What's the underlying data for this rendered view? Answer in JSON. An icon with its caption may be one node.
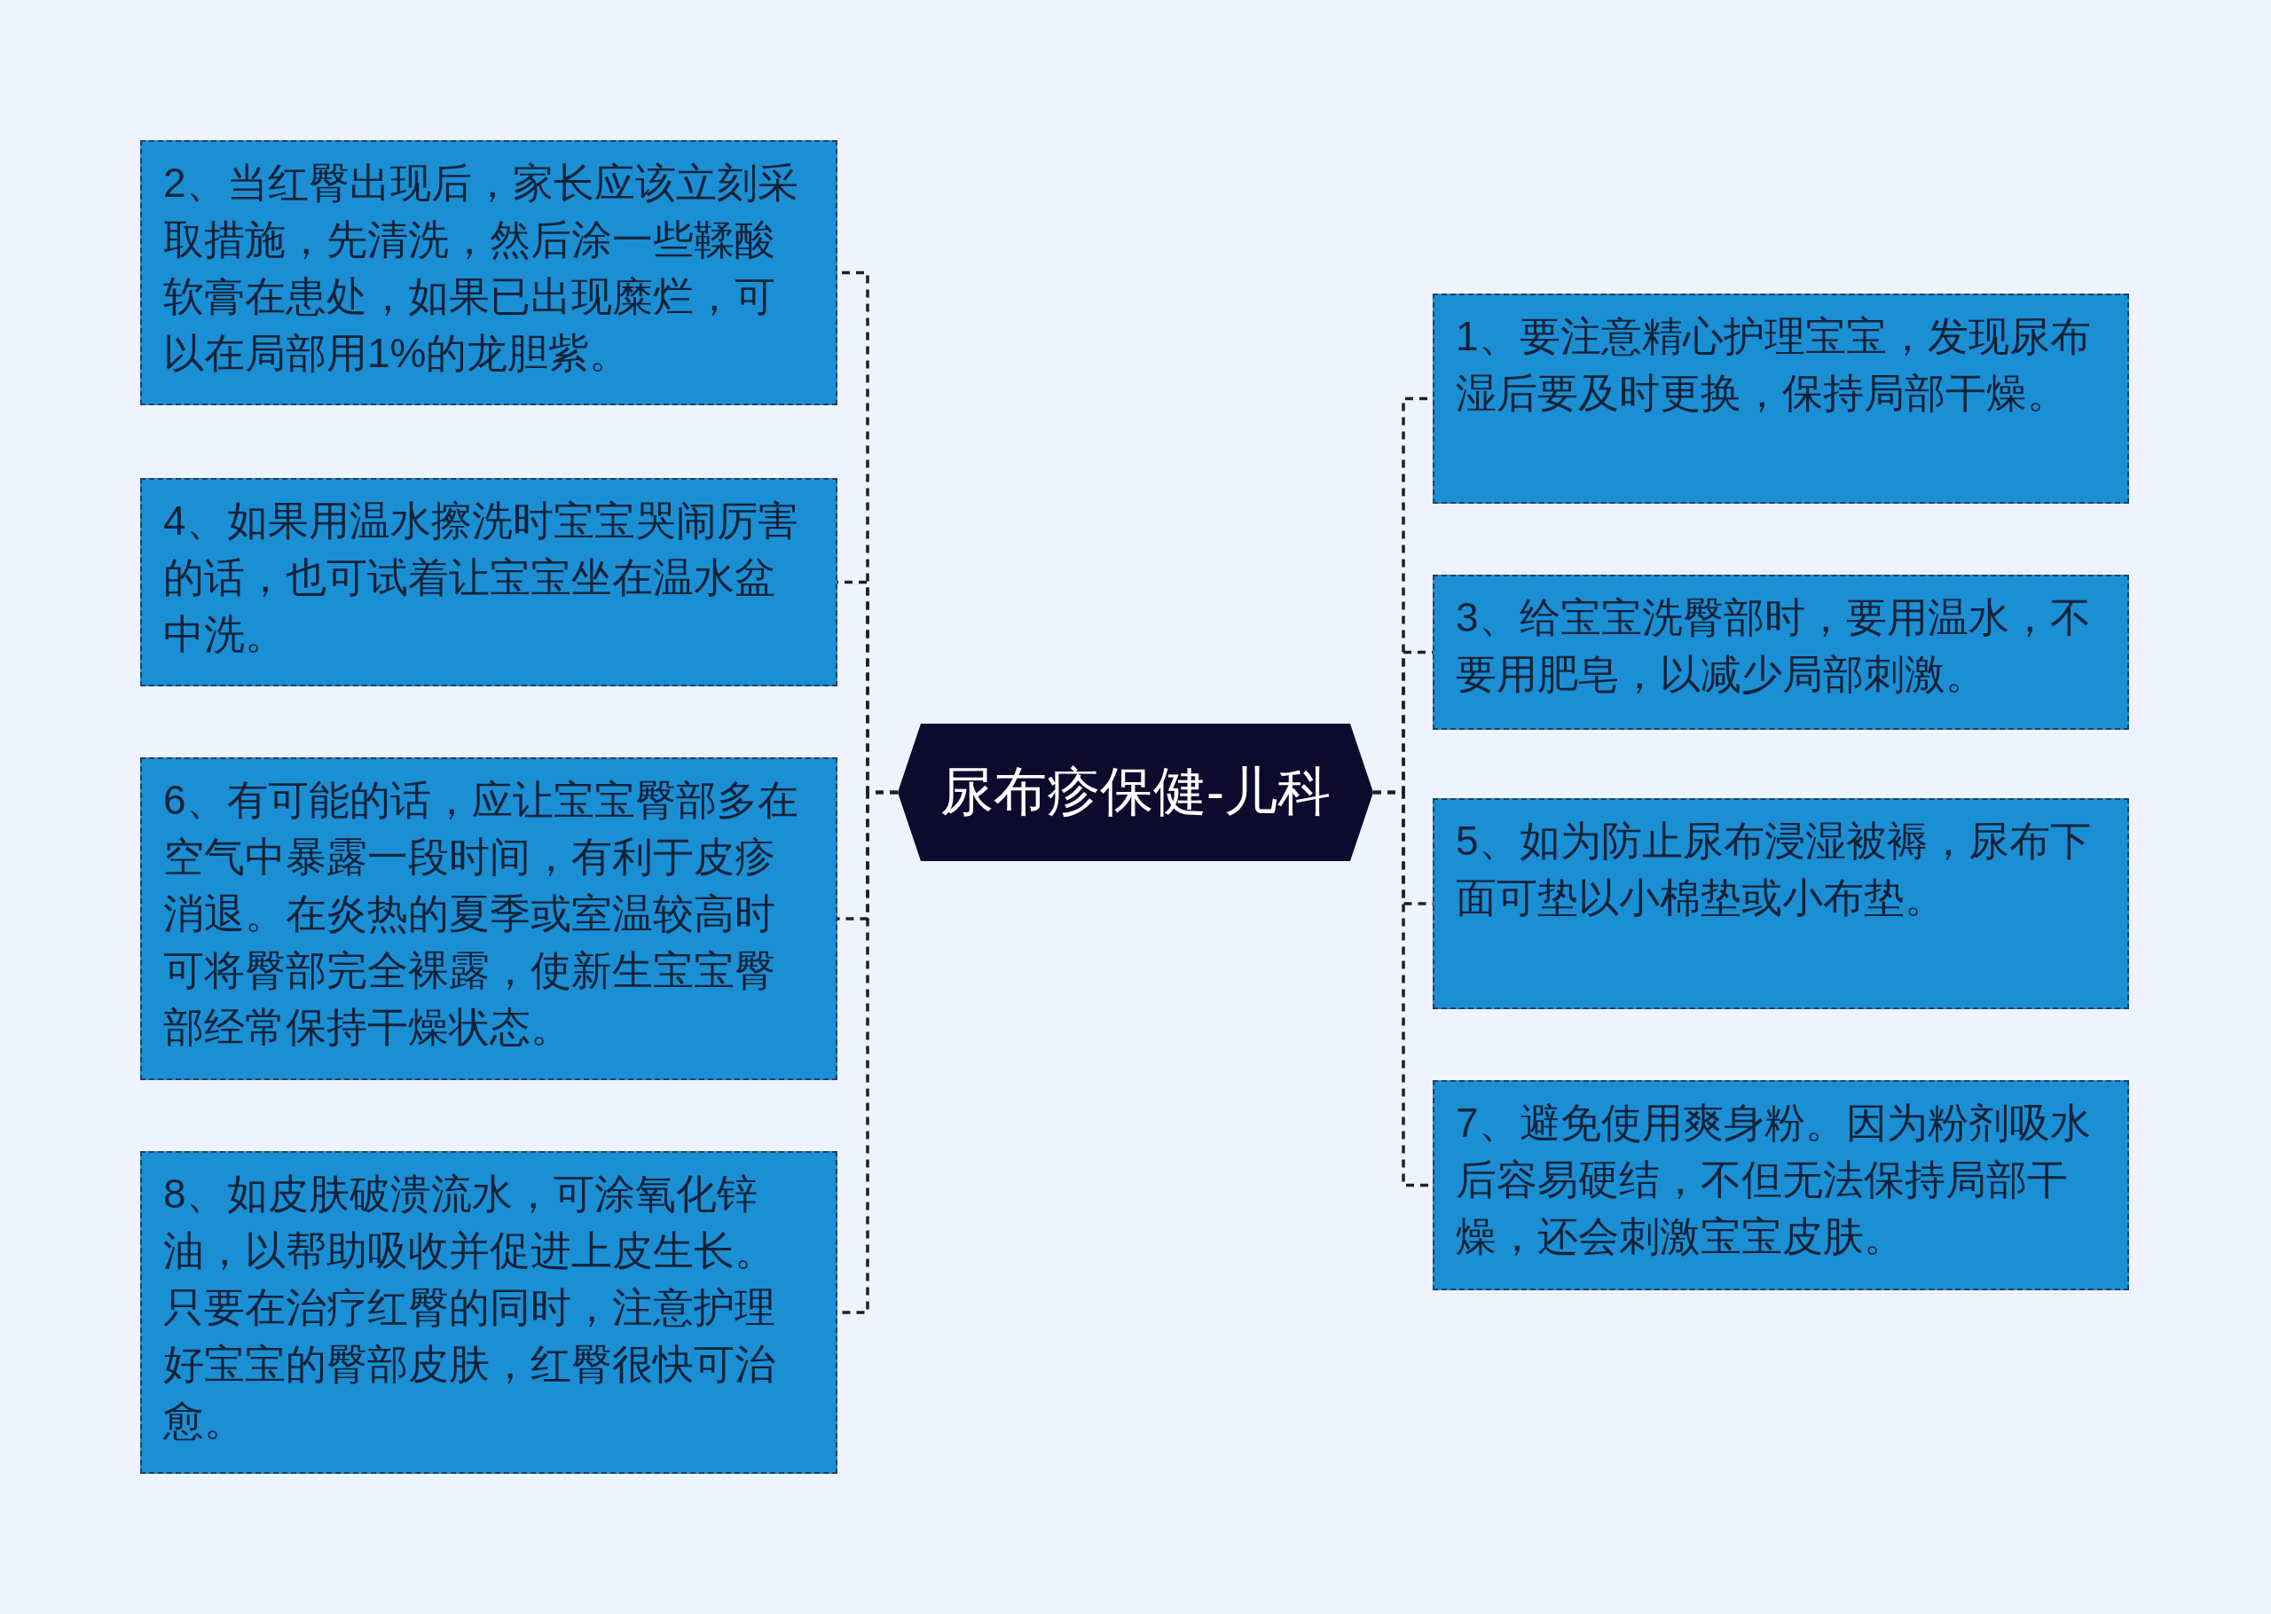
{
  "diagram": {
    "nodes": [
      {
        "text": [
          "尿布疹保健-儿科"
        ]
      },
      {
        "text": [
          "2、当红臀出现后，家长应该立刻采取措施，先清洗，然后涂一些鞣酸软膏在患处，如果已出现糜烂，可以在局部用1%的龙胆紫。"
        ]
      },
      {
        "text": [
          "4、如果用温水擦洗时宝宝哭闹厉害的话，也可试着让宝宝坐在温水盆中洗。"
        ]
      },
      {
        "text": [
          "6、有可能的话，应让宝宝臀部多在空气中暴露一段时间，有利于皮疹消退。在炎热的夏季或室温较高时可将臀部完全裸露，使新生宝宝臀部经常保持干燥状态。"
        ]
      },
      {
        "text": [
          "8、如皮肤破溃流水，可涂氧化锌油，以帮助吸收并促进上皮生长。只要在治疗红臀的同时，注意护理好宝宝的臀部皮肤，红臀很快可治愈。"
        ]
      },
      {
        "text": [
          "1、要注意精心护理宝宝，发现尿布湿后要及时更换，保持局部干燥。"
        ]
      },
      {
        "text": [
          "3、给宝宝洗臀部时，要用温水，不要用肥皂，以减少局部刺激。"
        ]
      },
      {
        "text": [
          "5、如为防止尿布浸湿被褥，尿布下面可垫以小棉垫或小布垫。"
        ]
      },
      {
        "text": [
          "7、避免使用爽身粉。因为粉剂吸水后容易硬结，不但无法保持局部干燥，还会刺激宝宝皮肤。"
        ]
      }
    ],
    "edges": [
      {
        "from": 0,
        "to": 1,
        "arrow": "none",
        "style": "dashed"
      },
      {
        "from": 0,
        "to": 2,
        "arrow": "none",
        "style": "dashed"
      },
      {
        "from": 0,
        "to": 3,
        "arrow": "none",
        "style": "dashed"
      },
      {
        "from": 0,
        "to": 4,
        "arrow": "none",
        "style": "dashed"
      },
      {
        "from": 0,
        "to": 5,
        "arrow": "none",
        "style": "dashed"
      },
      {
        "from": 0,
        "to": 6,
        "arrow": "none",
        "style": "dashed"
      },
      {
        "from": 0,
        "to": 7,
        "arrow": "none",
        "style": "dashed"
      },
      {
        "from": 0,
        "to": 8,
        "arrow": "none",
        "style": "dashed"
      }
    ]
  }
}
